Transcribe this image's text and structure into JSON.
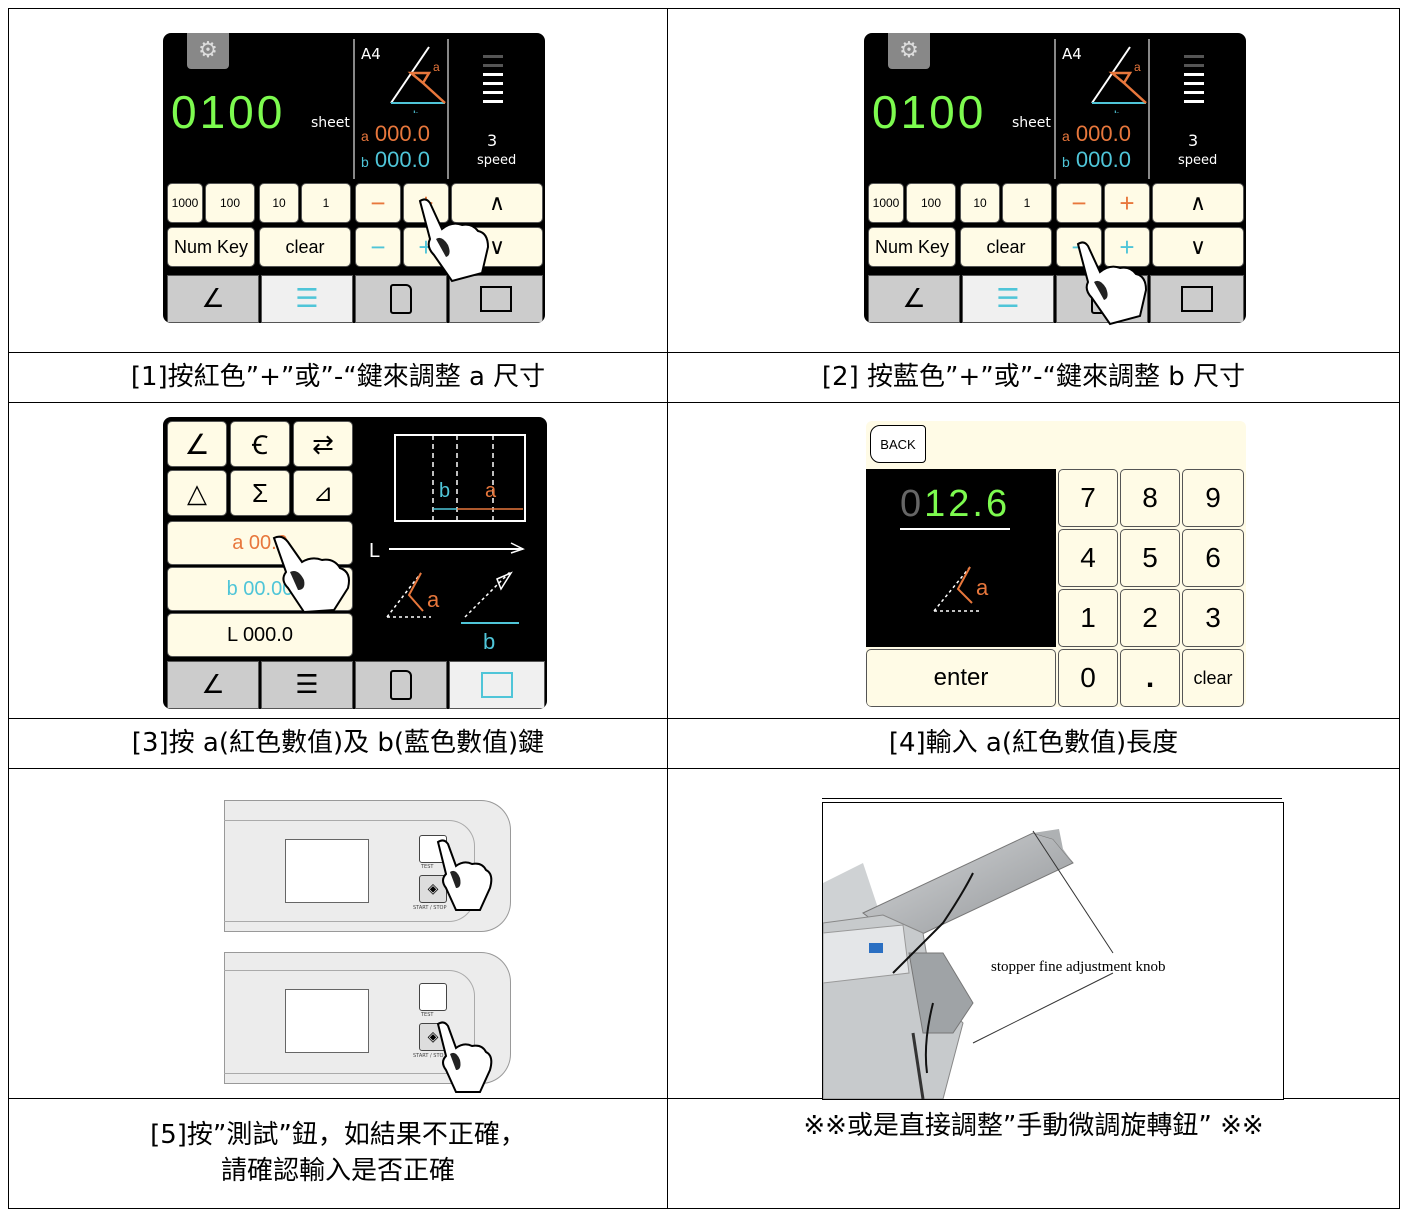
{
  "panel1": {
    "count": "0100",
    "unit": "sheet",
    "paper": "A4",
    "a_label": "a",
    "b_label": "b",
    "a_value": "000.0",
    "b_value": "000.0",
    "speed_num": "3",
    "speed_label": "speed",
    "keys_top": [
      "1000",
      "100",
      "10",
      "1"
    ],
    "num_key": "Num Key",
    "clear": "clear",
    "minus": "−",
    "plus": "+",
    "up": "∧",
    "down": "∨",
    "triangle_a": "a",
    "triangle_b": "b"
  },
  "panel3": {
    "a_value": "a 00.0",
    "b_value": "b 00.00",
    "l_value": "L 000.0",
    "dia_a": "a",
    "dia_b": "b",
    "dia_L": "L",
    "fold_a": "a",
    "fold_b": "b"
  },
  "panel4": {
    "back": "BACK",
    "display_zero": "0",
    "display_val": "12.6",
    "fold_a": "a",
    "keys": [
      "7",
      "8",
      "9",
      "4",
      "5",
      "6",
      "1",
      "2",
      "3"
    ],
    "zero": "0",
    "dot": ".",
    "clear": "clear",
    "enter": "enter"
  },
  "panel5": {
    "test": "TEST",
    "start_stop": "START / STOP",
    "start_stop_short": "START / STO"
  },
  "photo": {
    "label": "stopper fine adjustment knob"
  },
  "captions": {
    "c1": "[1]按紅色”+”或”-“鍵來調整 a 尺寸",
    "c2": "[2]  按藍色”+”或”-“鍵來調整 b 尺寸",
    "c3": "[3]按 a(紅色數值)及 b(藍色數值)鍵",
    "c4": "[4]輸入 a(紅色數值)長度",
    "c5_line1": "[5]按”測試”鈕，如結果不正確，",
    "c5_line2": "請確認輸入是否正確",
    "c6": "※※或是直接調整”手動微調旋轉鈕” ※※"
  },
  "colors": {
    "green": "#7dfb4f",
    "orange": "#e8773c",
    "cyan": "#4fc5d8",
    "key_bg": "#fffbe6"
  }
}
